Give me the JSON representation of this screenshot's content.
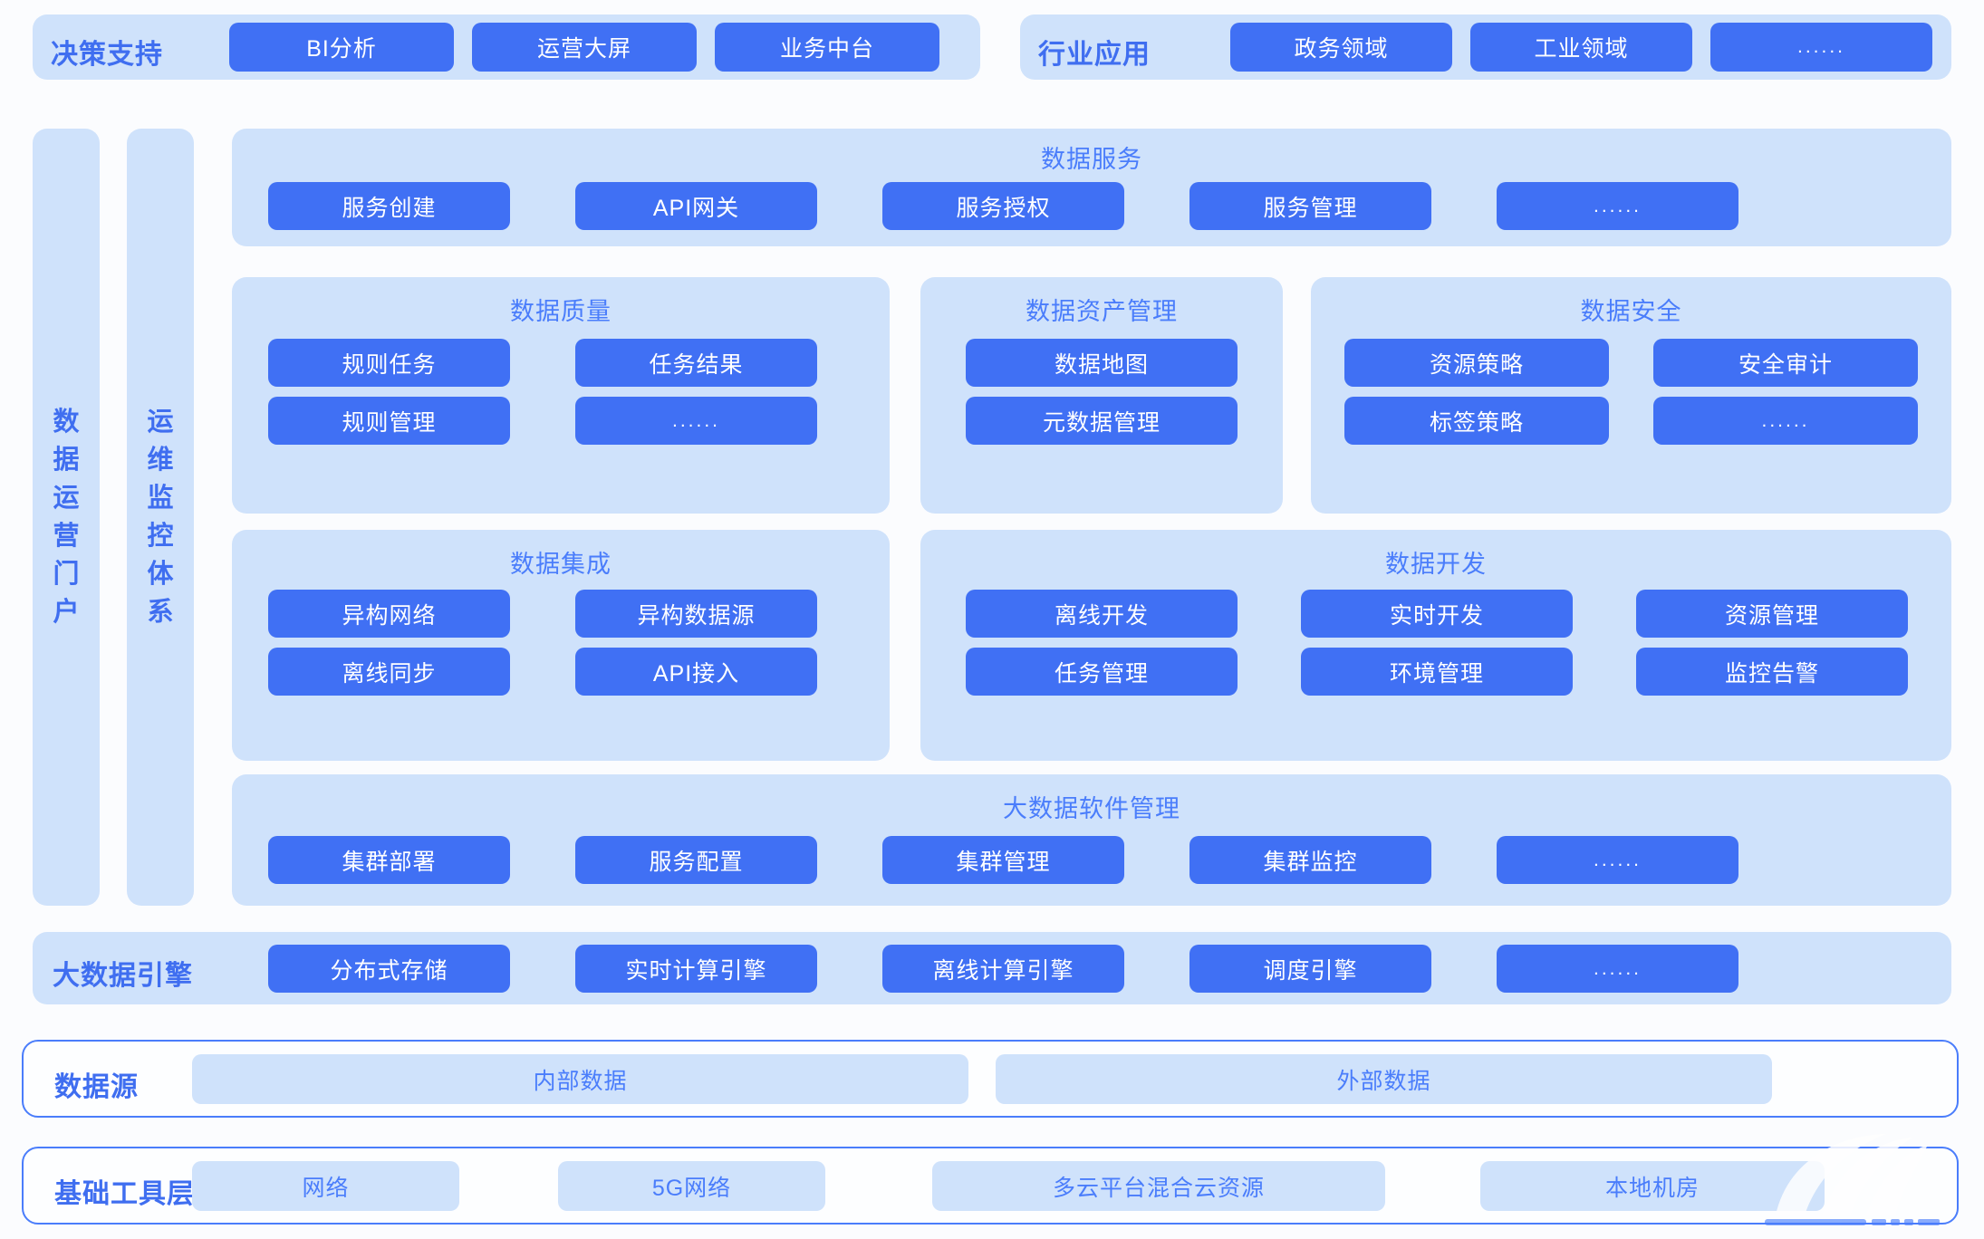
{
  "colors": {
    "page_background": "#fbfcfe",
    "panel_light": "#cfe2fb",
    "chip_blue": "#4070f4",
    "label_blue": "#3f6ef0",
    "title_blue": "#4a7dfb",
    "outline_blue": "#4a7dfb",
    "chip_text": "#ffffff"
  },
  "ellipsis": "......",
  "top_row": {
    "decision_support": {
      "label": "决策支持",
      "items": [
        "BI分析",
        "运营大屏",
        "业务中台"
      ]
    },
    "industry_application": {
      "label": "行业应用",
      "items": [
        "政务领域",
        "工业领域",
        "......"
      ]
    }
  },
  "side_columns": [
    {
      "label": "数据运营门户"
    },
    {
      "label": "运维监控体系"
    }
  ],
  "middle": {
    "data_service": {
      "title": "数据服务",
      "items": [
        "服务创建",
        "API网关",
        "服务授权",
        "服务管理",
        "......"
      ]
    },
    "data_quality": {
      "title": "数据质量",
      "items": [
        "规则任务",
        "任务结果",
        "规则管理",
        "......"
      ]
    },
    "data_asset_management": {
      "title": "数据资产管理",
      "items": [
        "数据地图",
        "元数据管理"
      ]
    },
    "data_security": {
      "title": "数据安全",
      "items": [
        "资源策略",
        "安全审计",
        "标签策略",
        "......"
      ]
    },
    "data_integration": {
      "title": "数据集成",
      "items": [
        "异构网络",
        "异构数据源",
        "离线同步",
        "API接入"
      ]
    },
    "data_development": {
      "title": "数据开发",
      "items": [
        "离线开发",
        "实时开发",
        "资源管理",
        "任务管理",
        "环境管理",
        "监控告警"
      ]
    },
    "bigdata_software_management": {
      "title": "大数据软件管理",
      "items": [
        "集群部署",
        "服务配置",
        "集群管理",
        "集群监控",
        "......"
      ]
    }
  },
  "bigdata_engine": {
    "label": "大数据引擎",
    "items": [
      "分布式存储",
      "实时计算引擎",
      "离线计算引擎",
      "调度引擎",
      "......"
    ]
  },
  "data_source": {
    "label": "数据源",
    "items": [
      "内部数据",
      "外部数据"
    ]
  },
  "infrastructure_layer": {
    "label": "基础工具层",
    "items": [
      "网络",
      "5G网络",
      "多云平台混合云资源",
      "本地机房"
    ]
  }
}
